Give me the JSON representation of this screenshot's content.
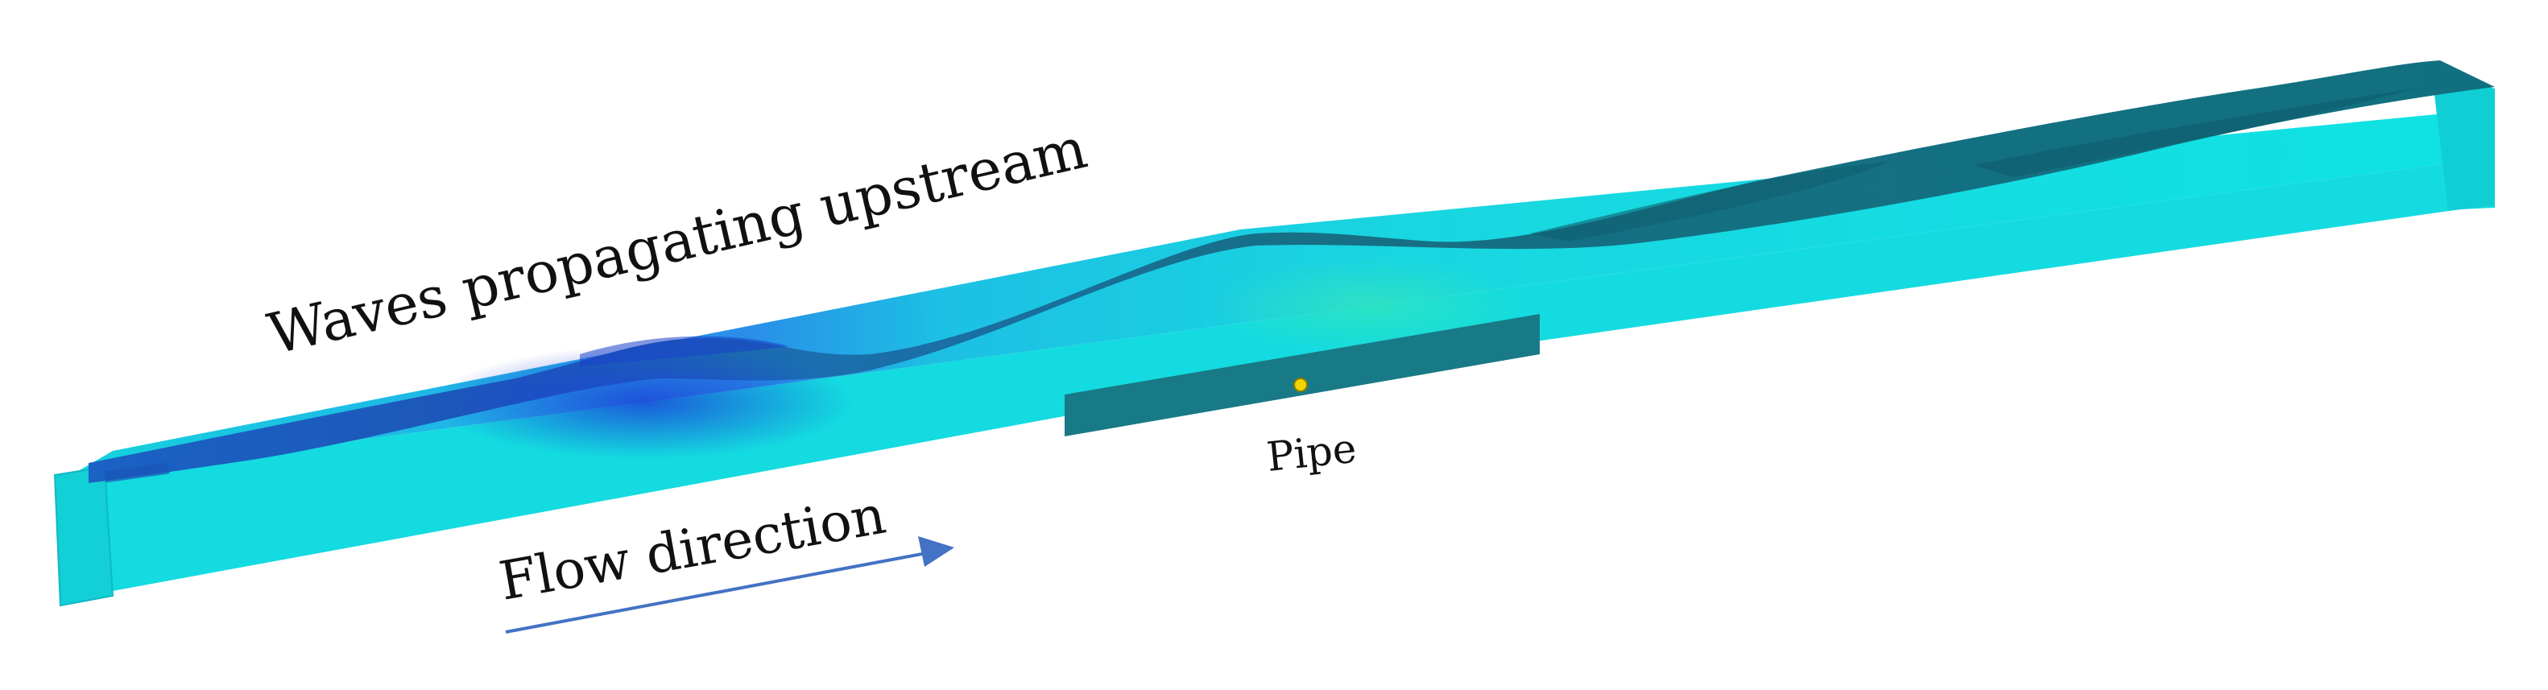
{
  "labels": {
    "waves": "Waves propagating upstream",
    "pipe": "Pipe",
    "flow": "Flow direction"
  },
  "colors": {
    "channel_side": "#12dde0",
    "channel_front": "#16d8dc",
    "channel_end": "#10cdd2",
    "water_surface_dark": "#157f8d",
    "water_surface_blue": "#1a5fc0",
    "pipe_panel": "#187a86",
    "pipe_marker": "#f3d400",
    "arrow": "#4472c4"
  }
}
